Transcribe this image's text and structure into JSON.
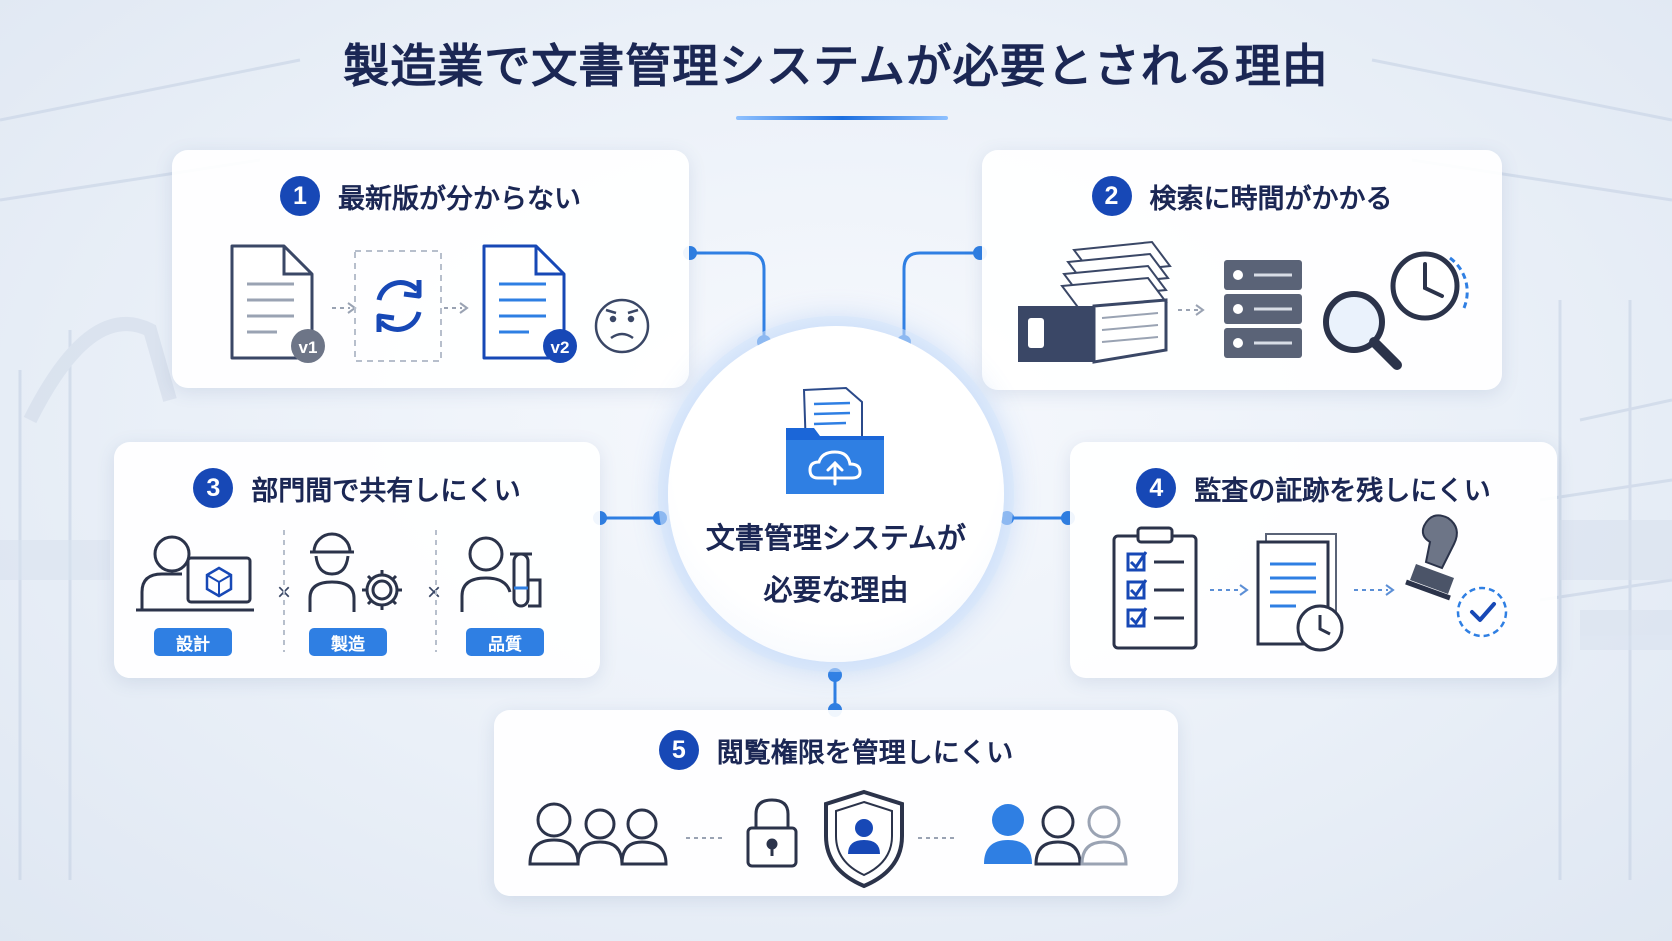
{
  "title": "製造業で文書管理システムが必要とされる理由",
  "hub": {
    "line1": "文書管理システムが",
    "line2": "必要な理由"
  },
  "cards": [
    {
      "number": "1",
      "title": "最新版が分からない",
      "badge_v1": "v1",
      "badge_v2": "v2"
    },
    {
      "number": "2",
      "title": "検索に時間がかかる"
    },
    {
      "number": "3",
      "title": "部門間で共有しにくい",
      "departments": [
        "設計",
        "製造",
        "品質"
      ]
    },
    {
      "number": "4",
      "title": "監査の証跡を残しにくい"
    },
    {
      "number": "5",
      "title": "閲覧権限を管理しにくい"
    }
  ],
  "icons": {
    "card1": [
      "document-v1-icon",
      "sync-icon",
      "document-v2-icon",
      "confused-face-icon"
    ],
    "card2": [
      "paper-stack-binder-icon",
      "server-icon",
      "magnifier-icon",
      "clock-icon"
    ],
    "card3": [
      "designer-icon",
      "worker-icon",
      "gear-icon",
      "quality-staff-icon",
      "flask-icon"
    ],
    "card4": [
      "checklist-clipboard-icon",
      "document-history-icon",
      "stamp-icon",
      "check-circle-icon"
    ],
    "card5": [
      "users-group-icon",
      "lock-icon",
      "shield-user-icon",
      "users-access-icon"
    ]
  },
  "colors": {
    "navy": "#1b2754",
    "accent": "#1748b6",
    "blue": "#2f7fe3",
    "icon_line": "#3a4766",
    "gray": "#9aa3b3"
  }
}
